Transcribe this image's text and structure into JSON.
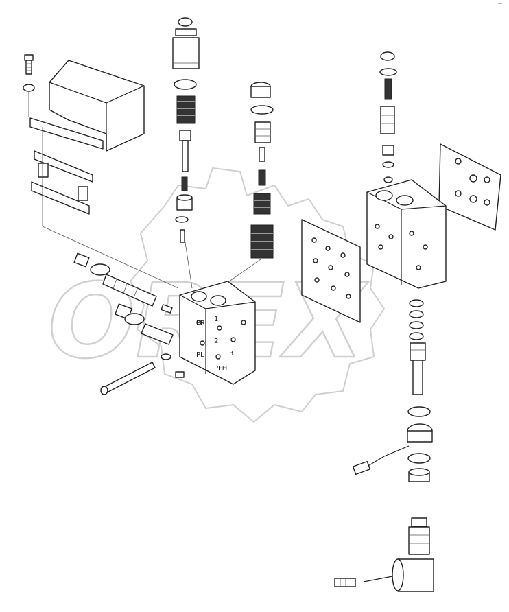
{
  "watermark": {
    "text": "OREX"
  },
  "block_labels": {
    "port_1": "1",
    "port_2": "2",
    "port_3": "3",
    "port_pl": "PL",
    "port_pr": "PR",
    "port_pfh": "PFH"
  },
  "corner_mark": "—"
}
